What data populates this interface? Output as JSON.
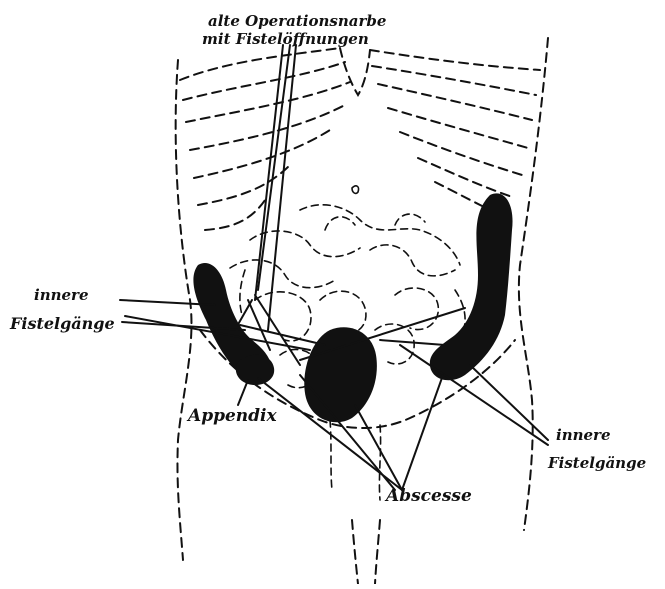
{
  "labels": {
    "top_line1": "alte Operationsnarbe",
    "top_line2": "mit Fistelöffnungen",
    "left_line1": "innere",
    "left_line2": "Fistelgänge",
    "appendix": "Appendix",
    "right_line1": "innere",
    "right_line2": "Fistelgänge",
    "bottom": "Abscesse"
  },
  "colors": {
    "ink": "#111111",
    "background": "#ffffff"
  }
}
